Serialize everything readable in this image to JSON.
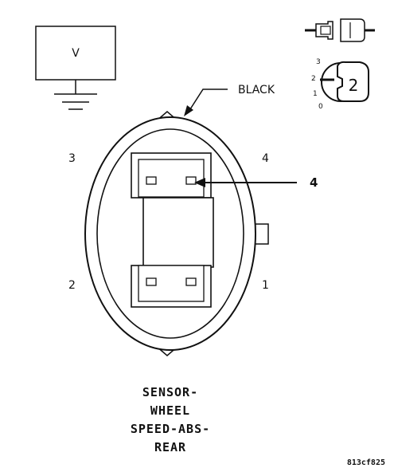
{
  "meter": {
    "label": "V"
  },
  "wire_color_label": "BLACK",
  "pin_labels": {
    "top_left": "3",
    "top_right": "4",
    "bottom_left": "2",
    "bottom_right": "1"
  },
  "callout_label": "4",
  "connector_name_lines": [
    "SENSOR-",
    "WHEEL",
    "SPEED-ABS-",
    "REAR"
  ],
  "view_icon": {
    "numbers": [
      "3",
      "2",
      "1",
      "0"
    ],
    "badge": "2"
  },
  "figure_ref": "813cf825"
}
